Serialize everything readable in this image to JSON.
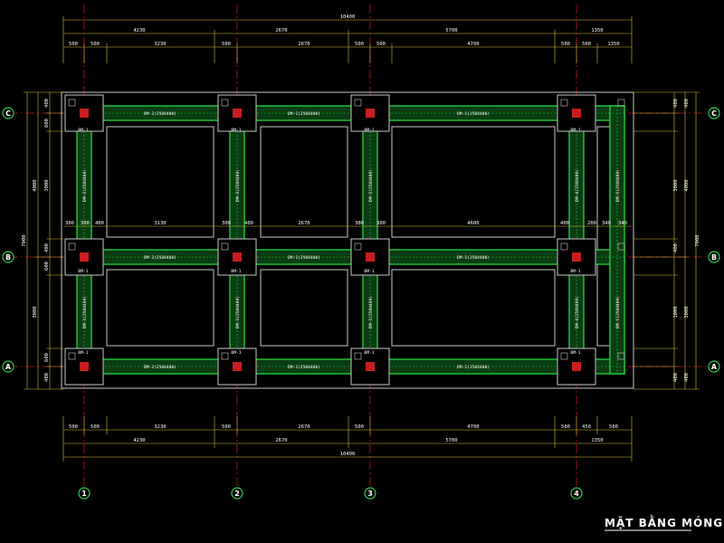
{
  "title": "MẶT BẰNG MÓNG",
  "colors": {
    "background": "#000000",
    "grid_line": "#c01818",
    "dimension": "#d8c030",
    "wall_outline": "#c8c8c8",
    "beam": "#22c73a",
    "column": "#c81e1e",
    "axis_circle": "#2ed150",
    "text": "#ffffff"
  },
  "grid_axes": {
    "vertical": [
      "1",
      "2",
      "3",
      "4"
    ],
    "horizontal": [
      "C",
      "B",
      "A"
    ]
  },
  "dims_top": {
    "total": "10400",
    "spans": [
      "4230",
      "2670",
      "5700",
      "1350"
    ],
    "details": [
      "500",
      "500",
      "3230",
      "500",
      "2670",
      "500",
      "500",
      "4700",
      "500",
      "500",
      "1350"
    ]
  },
  "dims_bottom": {
    "details": [
      "500",
      "500",
      "3230",
      "500",
      "2670",
      "500",
      "4700",
      "500",
      "450",
      "500"
    ],
    "spans": [
      "4230",
      "2670",
      "5700",
      "1350"
    ],
    "total": "10400"
  },
  "dims_middle": [
    "300",
    "300",
    "400",
    "3130",
    "300",
    "400",
    "2670",
    "300",
    "300",
    "4600",
    "400",
    "200",
    "340",
    "340"
  ],
  "dims_left": [
    "400",
    "600",
    "3000",
    "4000",
    "7000",
    "400",
    "600",
    "3000",
    "600",
    "400"
  ],
  "dims_right": [
    "400",
    "400",
    "3000",
    "4000",
    "7000",
    "400",
    "1000",
    "3000",
    "400",
    "400"
  ],
  "beam_labels": {
    "DM1": "DM-1(250X400)",
    "DM2": "DM-2(250X400)",
    "DM3": "DM-3(250X400)",
    "DM4": "DM-4(250X400)",
    "DM5": "DM-5(250X400)"
  },
  "footing_labels": [
    "ĐM-1",
    "ĐM-1",
    "ĐM-1",
    "ĐM-1",
    "ĐM-1",
    "ĐM-1",
    "ĐM-1",
    "ĐM-1",
    "ĐM-1",
    "ĐM-1",
    "ĐM-1",
    "ĐM-1"
  ]
}
